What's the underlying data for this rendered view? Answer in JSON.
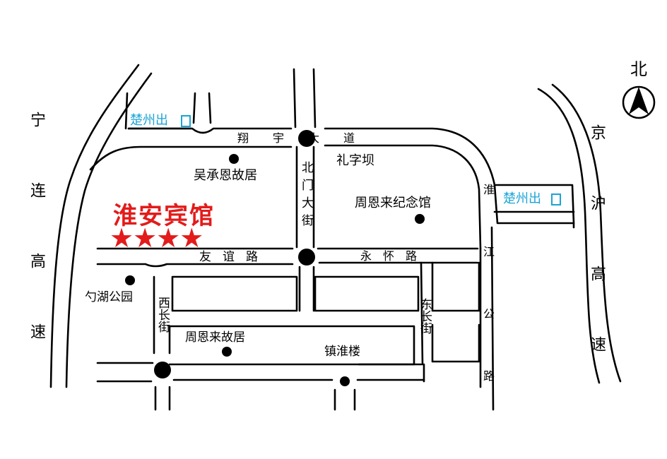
{
  "map": {
    "hotel_name": "淮安宾馆",
    "hotel_rating": "★★★★",
    "north_label": "北",
    "exit_labels": {
      "west": "楚州出",
      "east": "楚州出"
    },
    "roads": {
      "ninglian_highway": "宁连高速",
      "jinghu_highway": "京沪高速",
      "xiangyu_avenue": "翔宇大道",
      "huaijiang_road": "淮江公路",
      "beimen_street": "北门大街",
      "youyi_road": "友谊路",
      "yonghuai_road": "永怀路",
      "xichang_street": "西长街",
      "dongchang_street": "东长街"
    },
    "landmarks": {
      "wuchengen_residence": "吴承恩故居",
      "libaba": "礼字坝",
      "zhouenlai_memorial": "周恩来纪念馆",
      "shaohu_park": "勺湖公园",
      "zhouenlai_residence": "周恩来故居",
      "zhenhuai_tower": "镇淮楼"
    },
    "colors": {
      "hotel": "#e31b1b",
      "exit": "#1ba4d6",
      "road": "#000000"
    }
  }
}
